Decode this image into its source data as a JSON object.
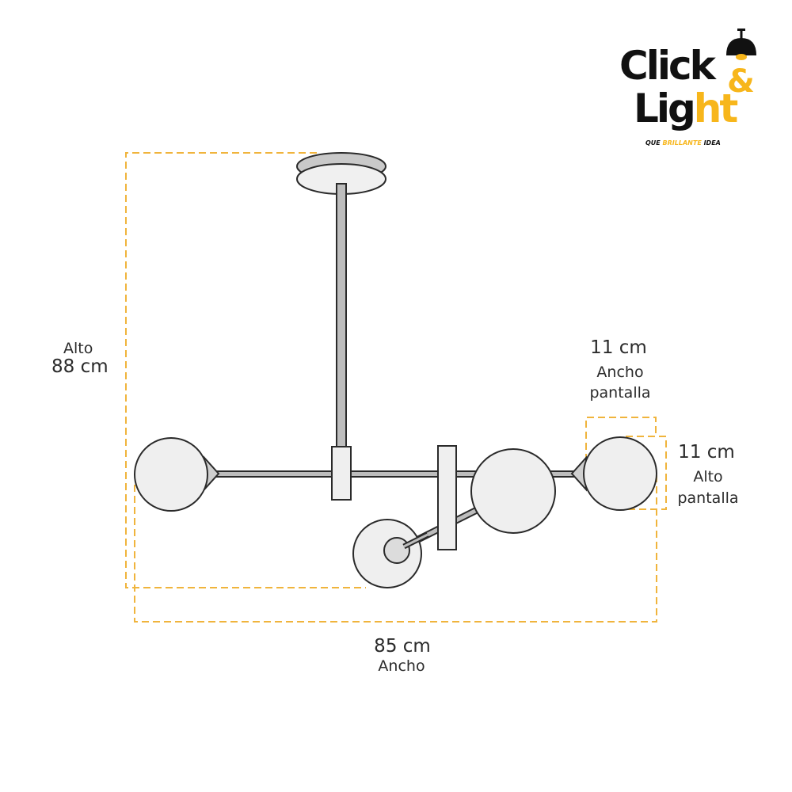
{
  "brand": {
    "line1_black": "Click",
    "ampersand": "&",
    "line2_black": "Lig",
    "line2_yellow": "ht",
    "tagline_pre": "QUE ",
    "tagline_highlight": "BRILLANTE",
    "tagline_post": " IDEA",
    "colors": {
      "yellow": "#f7b61b",
      "black": "#111111"
    },
    "icon": "pendant-lamp-icon"
  },
  "dimensions": {
    "height": {
      "label": "Alto",
      "value": "88 cm"
    },
    "width": {
      "value": "85 cm",
      "label": "Ancho"
    },
    "shade_width": {
      "value": "11 cm",
      "label_line1": "Ancho",
      "label_line2": "pantalla"
    },
    "shade_height": {
      "value": "11 cm",
      "label_line1": "Alto",
      "label_line2": "pantalla"
    }
  },
  "colors": {
    "dimension_line": "#f0b43c",
    "outline": "#2a2a2a",
    "fill": "#efefef",
    "rod_fill": "#bdbdbd"
  }
}
